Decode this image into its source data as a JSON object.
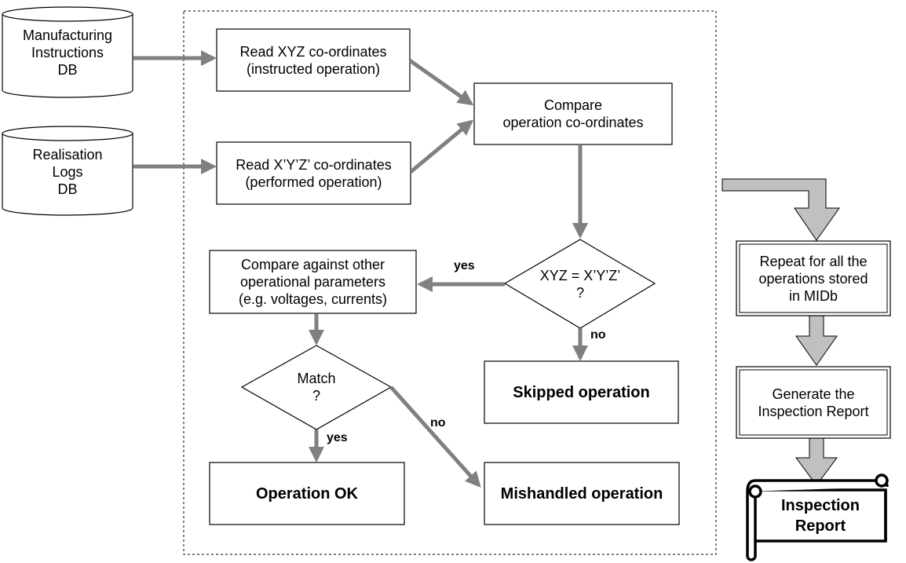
{
  "databases": {
    "manufacturing": "Manufacturing\nInstructions\nDB",
    "realisation": "Realisation\nLogs\nDB"
  },
  "process": {
    "read_xyz": "Read XYZ co-ordinates\n(instructed operation)",
    "read_xyz_prime": "Read X’Y’Z’ co-ordinates\n(performed operation)",
    "compare_coords": "Compare\noperation co-ordinates",
    "decision_xyz": "XYZ = X’Y’Z’\n?",
    "compare_params": "Compare  against other\noperational parameters\n(e.g. voltages, currents)",
    "decision_match": "Match\n?",
    "skipped": "Skipped operation",
    "operation_ok": "Operation OK",
    "mishandled": "Mishandled operation"
  },
  "labels": {
    "yes1": "yes",
    "no1": "no",
    "yes2": "yes",
    "no2": "no"
  },
  "right_flow": {
    "repeat": "Repeat for all the\noperations stored\nin MIDb",
    "generate": "Generate the\nInspection Report",
    "report": "Inspection\nReport"
  }
}
